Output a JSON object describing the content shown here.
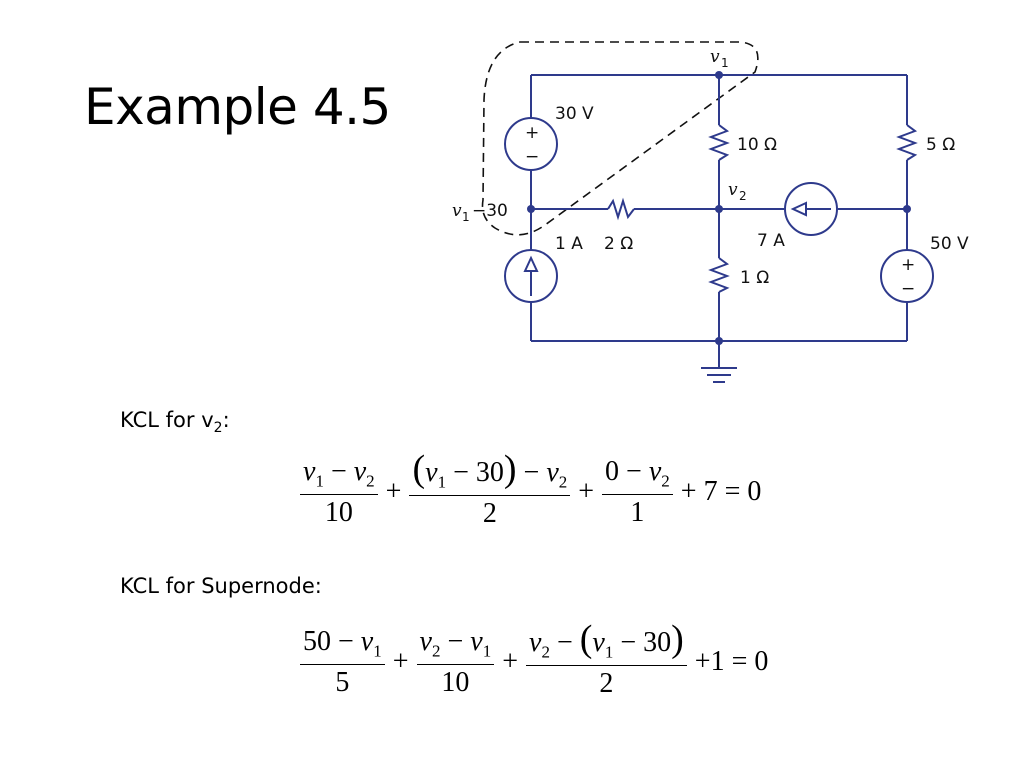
{
  "slide": {
    "title": "Example 4.5"
  },
  "circuit": {
    "labels": {
      "v1_top": "v",
      "v1_top_sub": "1",
      "source_30v": "30 V",
      "r_10": "10 Ω",
      "r_5": "5 Ω",
      "v2": "v",
      "v2_sub": "2",
      "left_node_v": "v",
      "left_node_sub": "1",
      "left_node_rest": "−30",
      "current_1a": "1 A",
      "r_2": "2 Ω",
      "current_7a": "7 A",
      "r_1": "1 Ω",
      "source_50v": "50 V",
      "plus": "+",
      "minus": "−"
    },
    "colors": {
      "wire": "#2e3a8c",
      "node": "#2e3a8c",
      "dashed": "#111111"
    }
  },
  "kcl_v2": {
    "heading_main": "KCL for v",
    "heading_sub": "2",
    "heading_tail": ":",
    "t1_num_a": "v",
    "t1_num_a_sub": "1",
    "t1_num_op": " − ",
    "t1_num_b": "v",
    "t1_num_b_sub": "2",
    "t1_den": "10",
    "t2_lp": "(",
    "t2_v": "v",
    "t2_v_sub": "1",
    "t2_inner": " − 30",
    "t2_rp": ")",
    "t2_op": " − ",
    "t2_b": "v",
    "t2_b_sub": "2",
    "t2_den": "2",
    "t3_num_a": "0",
    "t3_num_op": " − ",
    "t3_num_b": "v",
    "t3_num_b_sub": "2",
    "t3_den": "1",
    "plus": "+",
    "tail": "+ 7 = 0"
  },
  "kcl_supernode": {
    "heading": "KCL for Supernode:",
    "t1_num_a": "50",
    "t1_num_op": " − ",
    "t1_num_b": "v",
    "t1_num_b_sub": "1",
    "t1_den": "5",
    "t2_num_a": "v",
    "t2_num_a_sub": "2",
    "t2_num_op": " − ",
    "t2_num_b": "v",
    "t2_num_b_sub": "1",
    "t2_den": "10",
    "t3_a": "v",
    "t3_a_sub": "2",
    "t3_op": " − ",
    "t3_lp": "(",
    "t3_v": "v",
    "t3_v_sub": "1",
    "t3_inner": " − 30",
    "t3_rp": ")",
    "t3_den": "2",
    "plus": "+",
    "tail": "+1 = 0"
  }
}
